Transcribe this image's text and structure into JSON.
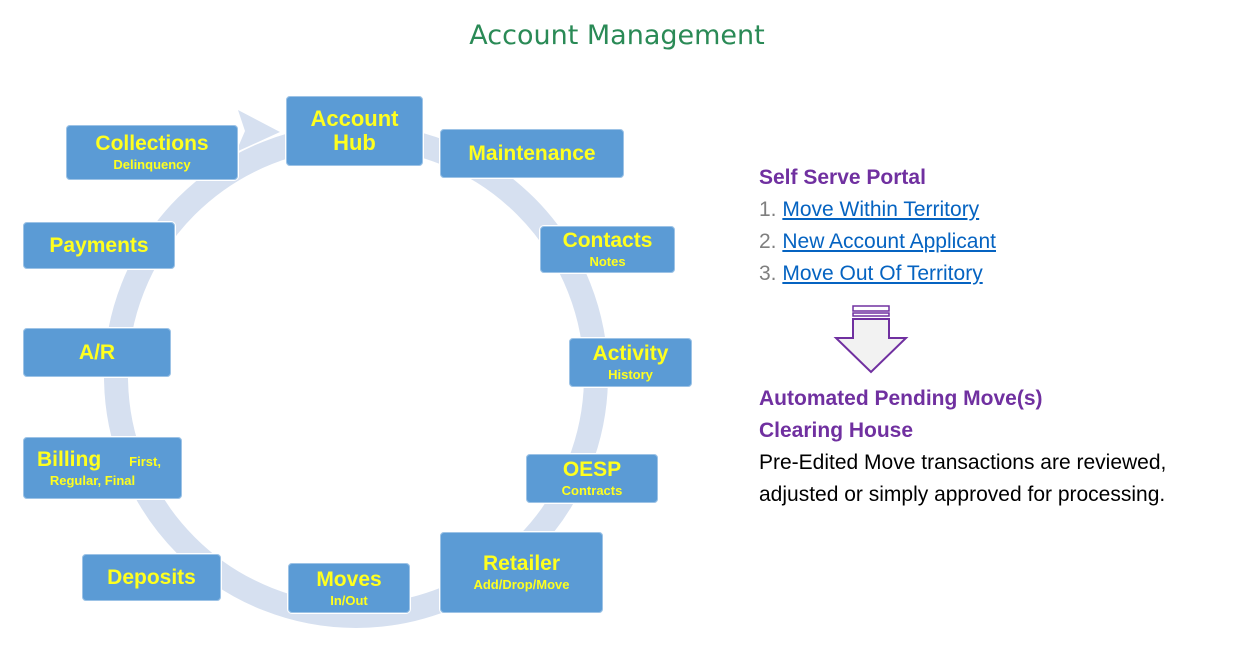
{
  "title": "Account Management",
  "cycle": {
    "account_hub": "Account\nHub",
    "maintenance": "Maintenance",
    "contacts": {
      "label": "Contacts",
      "sub": "Notes"
    },
    "activity": {
      "label": "Activity",
      "sub": "History"
    },
    "oesp": {
      "label": "OESP",
      "sub": "Contracts"
    },
    "retailer": {
      "label": "Retailer",
      "sub": "Add/Drop/Move"
    },
    "moves": {
      "label": "Moves",
      "sub": "In/Out"
    },
    "deposits": "Deposits",
    "billing": {
      "label": "Billing",
      "sub_a": "First,",
      "sub_b": "Regular, Final"
    },
    "ar": "A/R",
    "payments": "Payments",
    "collections": {
      "label": "Collections",
      "sub": "Delinquency"
    }
  },
  "portal": {
    "heading": "Self Serve Portal",
    "items": [
      {
        "num": "1.",
        "text": "Move Within Territory"
      },
      {
        "num": "2.",
        "text": "New Account Applicant"
      },
      {
        "num": "3.",
        "text": "Move Out Of Territory"
      }
    ]
  },
  "clearing": {
    "line1": "Automated Pending Move(s)",
    "line2": "Clearing House",
    "desc1": "Pre-Edited Move transactions are reviewed,",
    "desc2": "adjusted or simply approved for processing."
  }
}
